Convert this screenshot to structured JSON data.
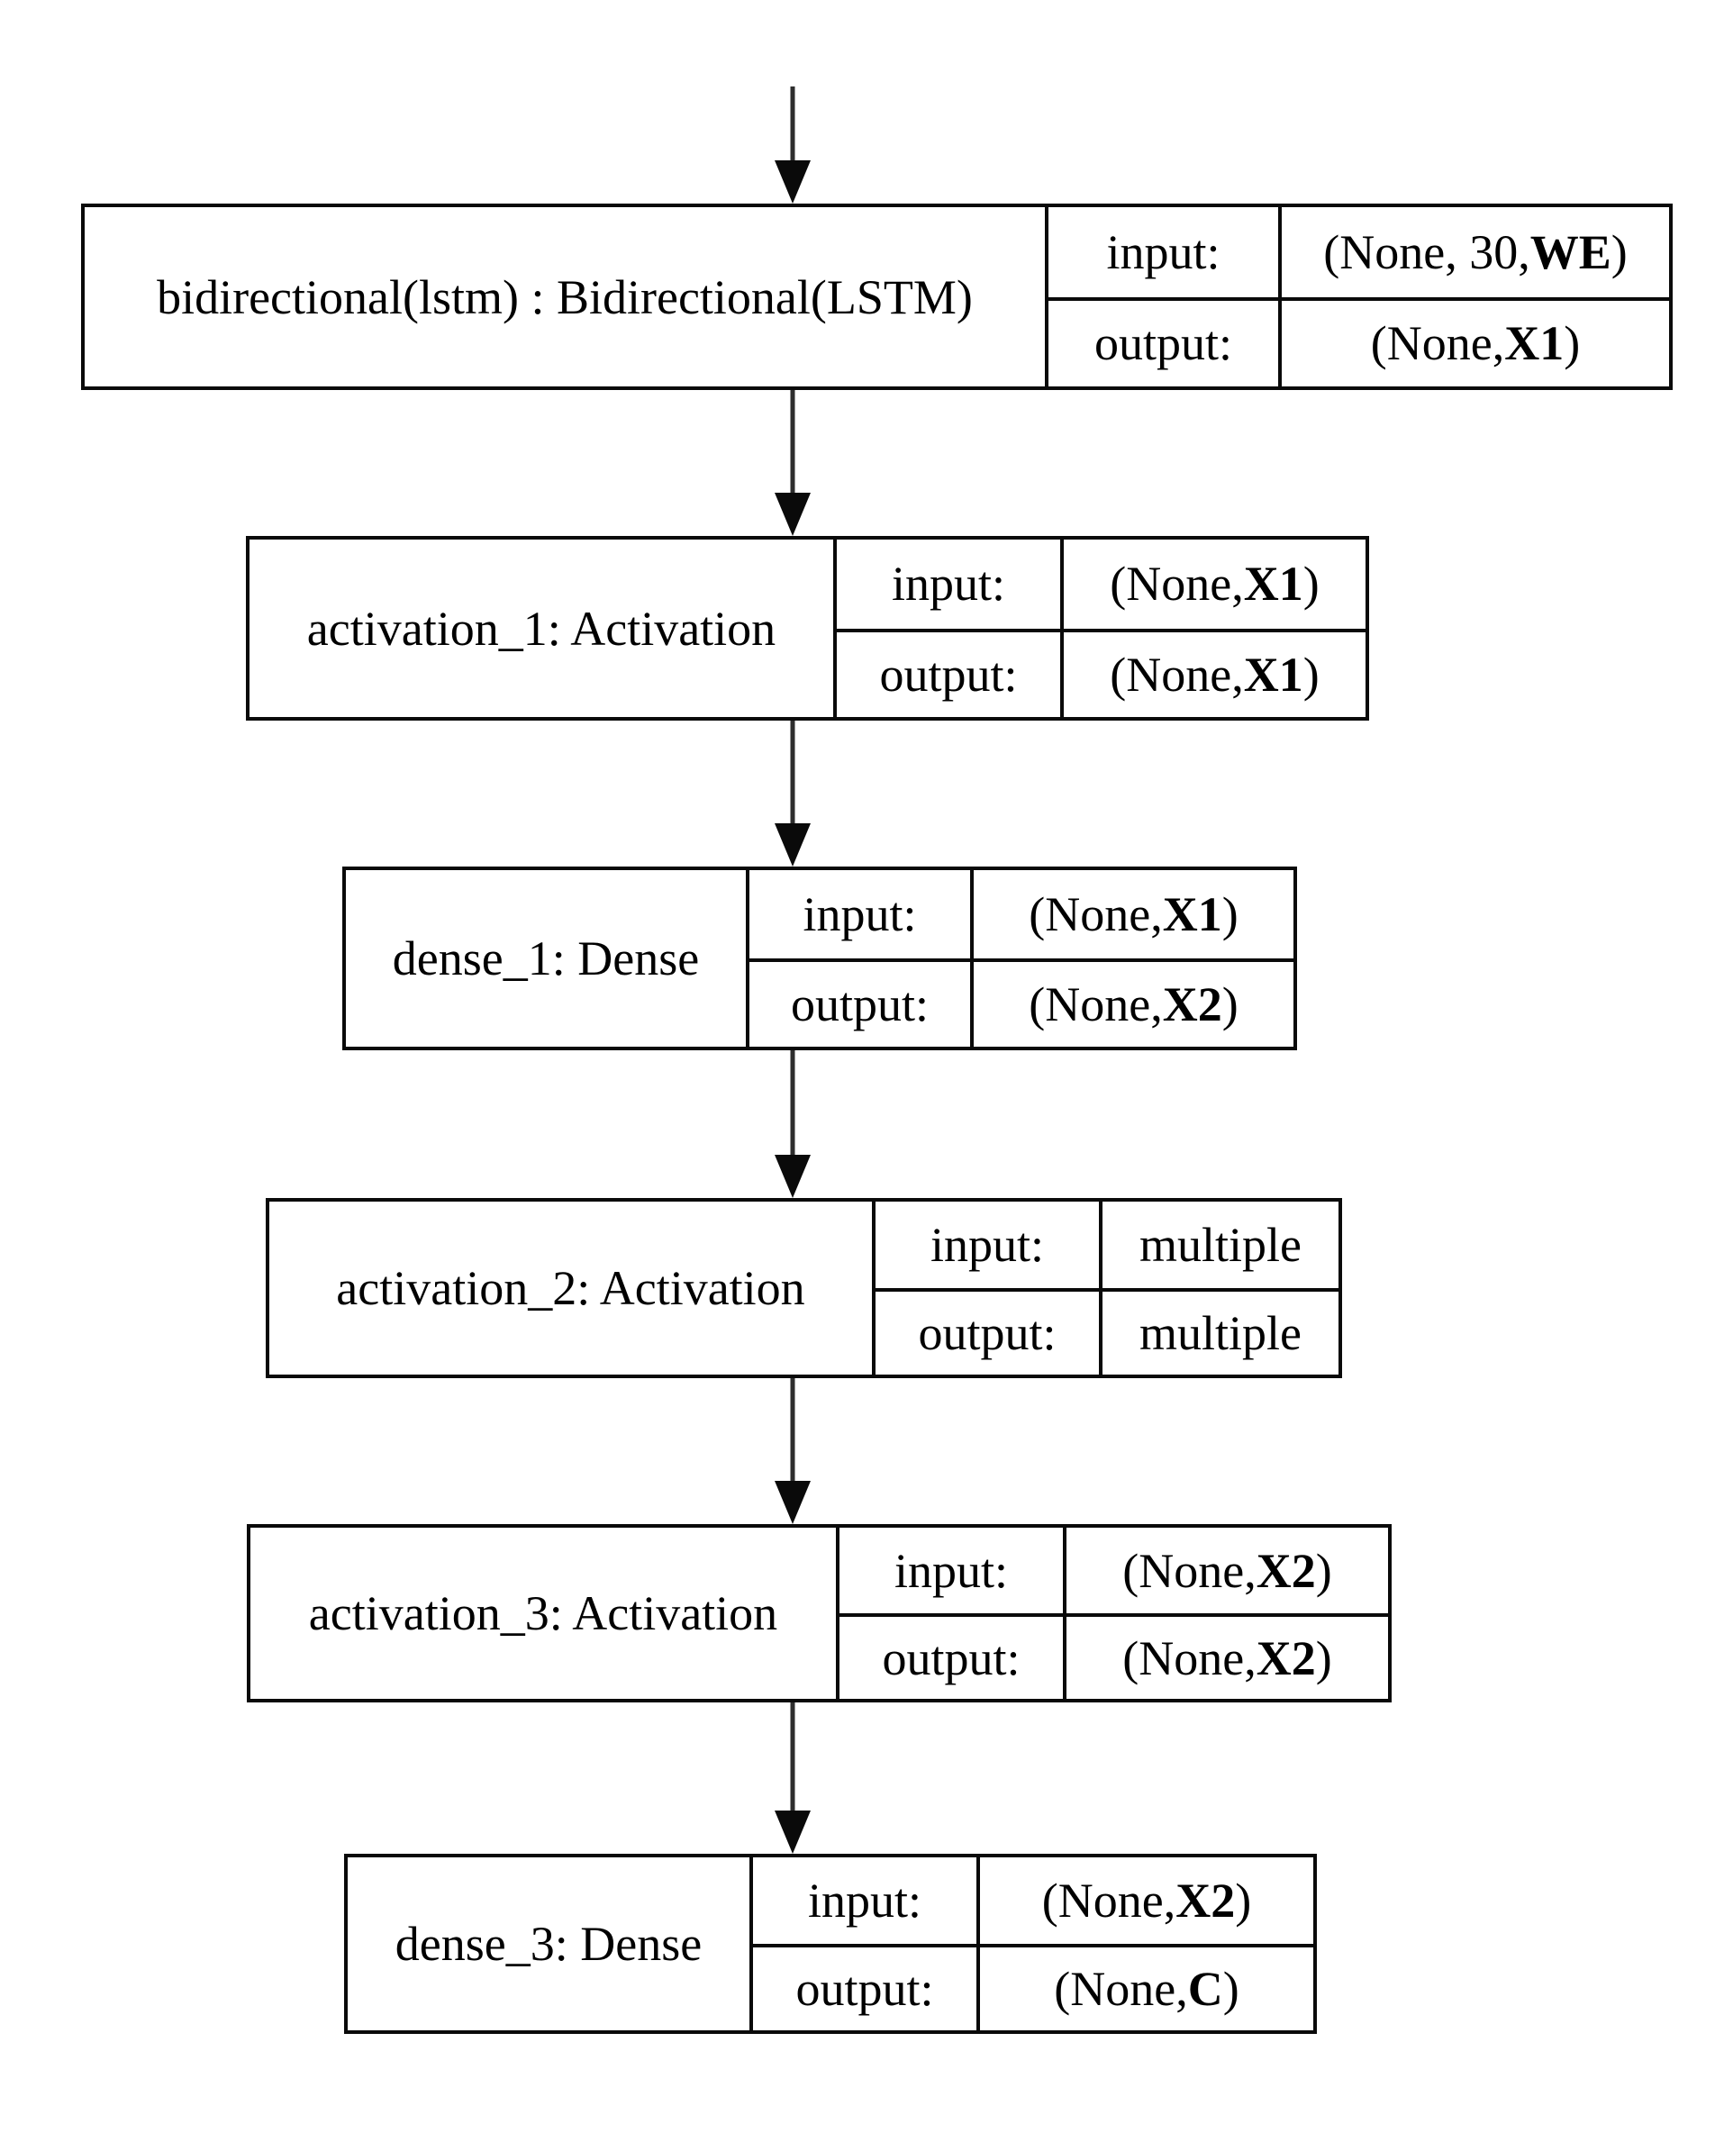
{
  "diagram": {
    "kind": "keras-model-architecture-flowchart",
    "colors": {
      "background": "#ffffff",
      "border": "#0a0a0a",
      "edge_line": "#2e2e2e",
      "arrowhead": "#0a0a0a",
      "text": "#000000"
    },
    "nodes": [
      {
        "name": "bidirectional(lstm) : Bidirectional(LSTM)",
        "rows": [
          {
            "label": "input:",
            "pre": "(None, 30, ",
            "var": "WE",
            "post": " )"
          },
          {
            "label": "output:",
            "pre": "(None, ",
            "var": "X1",
            "post": " )"
          }
        ]
      },
      {
        "name": "activation_1: Activation",
        "rows": [
          {
            "label": "input:",
            "pre": "(None, ",
            "var": "X1",
            "post": " )"
          },
          {
            "label": "output:",
            "pre": "(None, ",
            "var": "X1",
            "post": " )"
          }
        ]
      },
      {
        "name": "dense_1: Dense",
        "rows": [
          {
            "label": "input:",
            "pre": "(None, ",
            "var": "X1",
            "post": " )"
          },
          {
            "label": "output:",
            "pre": "(None, ",
            "var": "X2",
            "post": " )"
          }
        ]
      },
      {
        "name": "activation_2: Activation",
        "rows": [
          {
            "label": "input:",
            "pre": "multiple",
            "var": "",
            "post": ""
          },
          {
            "label": "output:",
            "pre": "multiple",
            "var": "",
            "post": ""
          }
        ]
      },
      {
        "name": "activation_3: Activation",
        "rows": [
          {
            "label": "input:",
            "pre": "(None, ",
            "var": "X2",
            "post": " )"
          },
          {
            "label": "output:",
            "pre": "(None, ",
            "var": "X2",
            "post": " )"
          }
        ]
      },
      {
        "name": "dense_3: Dense",
        "rows": [
          {
            "label": "input:",
            "pre": "(None, ",
            "var": "X2",
            "post": " )"
          },
          {
            "label": "output:",
            "pre": "(None,",
            "var": "C",
            "post": ")"
          }
        ]
      }
    ]
  }
}
